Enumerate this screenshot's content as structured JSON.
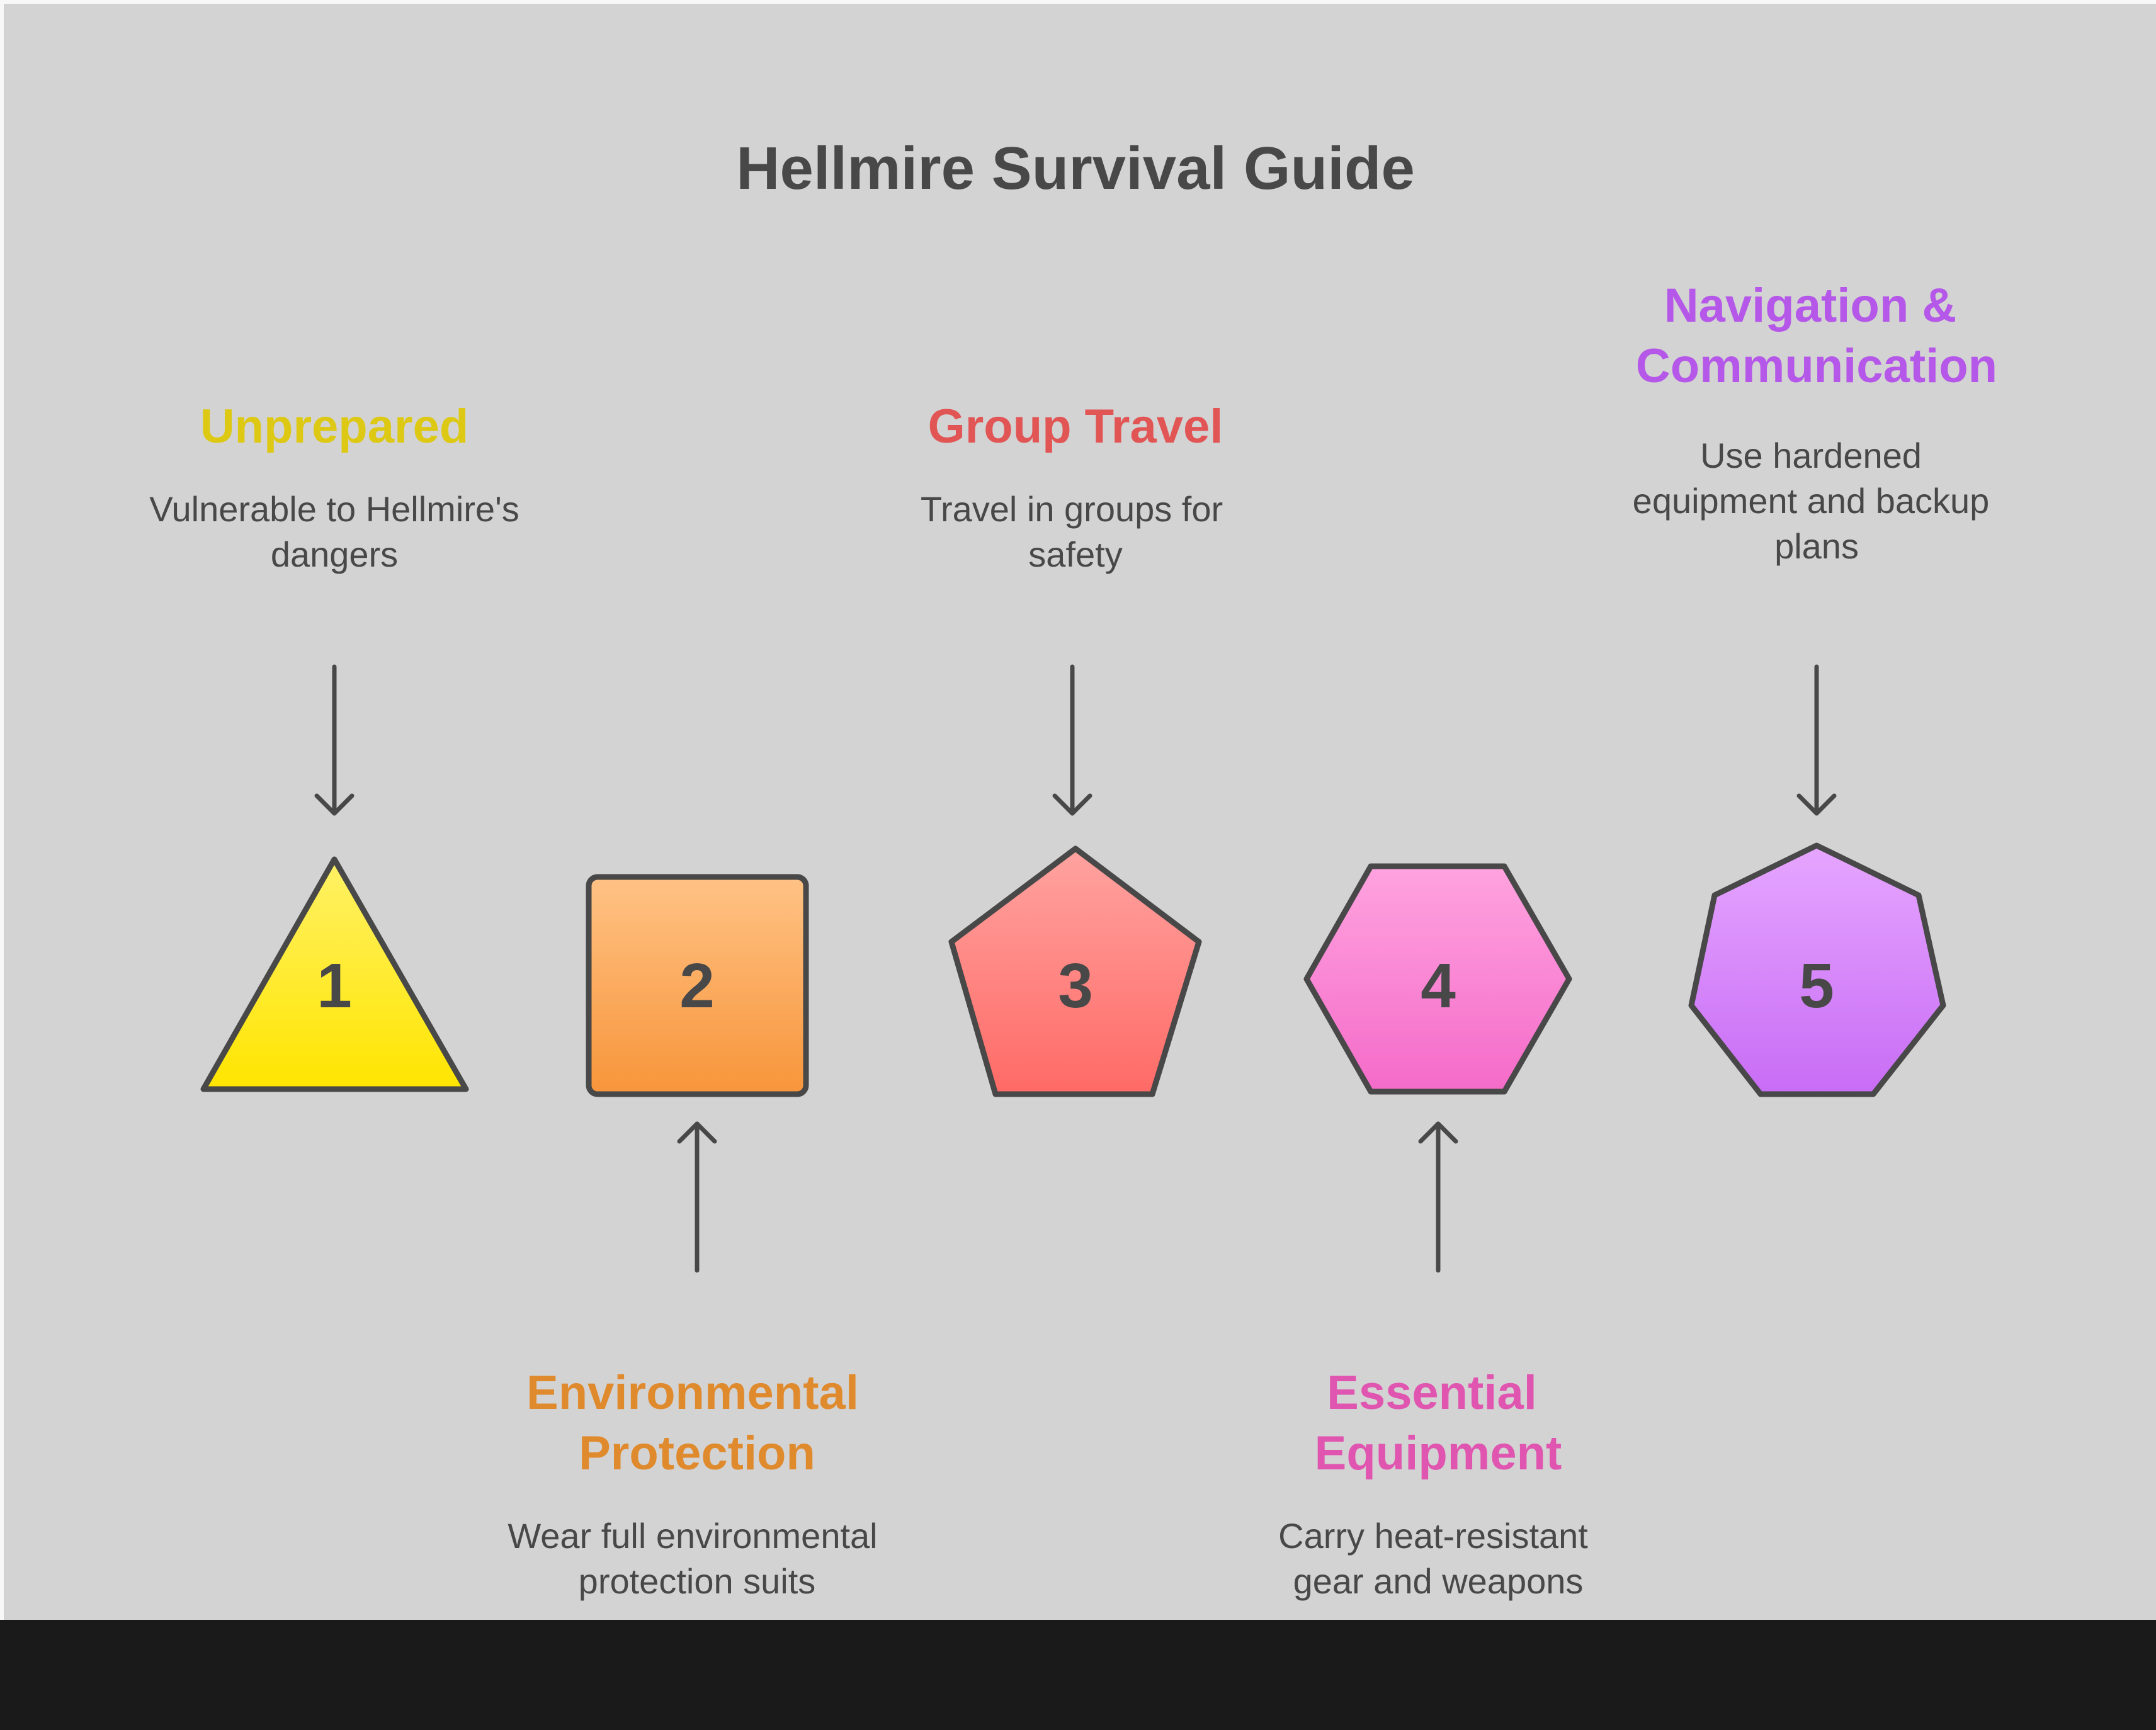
{
  "title": "Hellmire Survival Guide",
  "steps": [
    {
      "number": "1",
      "heading": [
        "Unprepared"
      ],
      "description": [
        "Vulnerable to Hellmire's",
        "dangers"
      ],
      "shape": "triangle",
      "color": "#ddc914",
      "fill_top": "#fff166",
      "fill_bottom": "#ffe500"
    },
    {
      "number": "2",
      "heading": [
        "Environmental",
        "Protection"
      ],
      "description": [
        "Wear full environmental",
        "protection suits"
      ],
      "shape": "square",
      "color": "#e08a2e",
      "fill_top": "#ffc285",
      "fill_bottom": "#f7953a"
    },
    {
      "number": "3",
      "heading": [
        "Group Travel"
      ],
      "description": [
        "Travel in groups for",
        "safety"
      ],
      "shape": "pentagon",
      "color": "#e25555",
      "fill_top": "#ffa3a0",
      "fill_bottom": "#ff6a66"
    },
    {
      "number": "4",
      "heading": [
        "Essential",
        "Equipment"
      ],
      "description": [
        "Carry heat-resistant",
        "gear and weapons"
      ],
      "shape": "hexagon",
      "color": "#e055b0",
      "fill_top": "#ffa3df",
      "fill_bottom": "#f46bc9"
    },
    {
      "number": "5",
      "heading": [
        "Navigation &",
        "Communication"
      ],
      "description": [
        "Use hardened",
        "equipment and backup",
        "plans"
      ],
      "shape": "heptagon",
      "color": "#b557e8",
      "fill_top": "#e6a6ff",
      "fill_bottom": "#c86cf5"
    }
  ]
}
